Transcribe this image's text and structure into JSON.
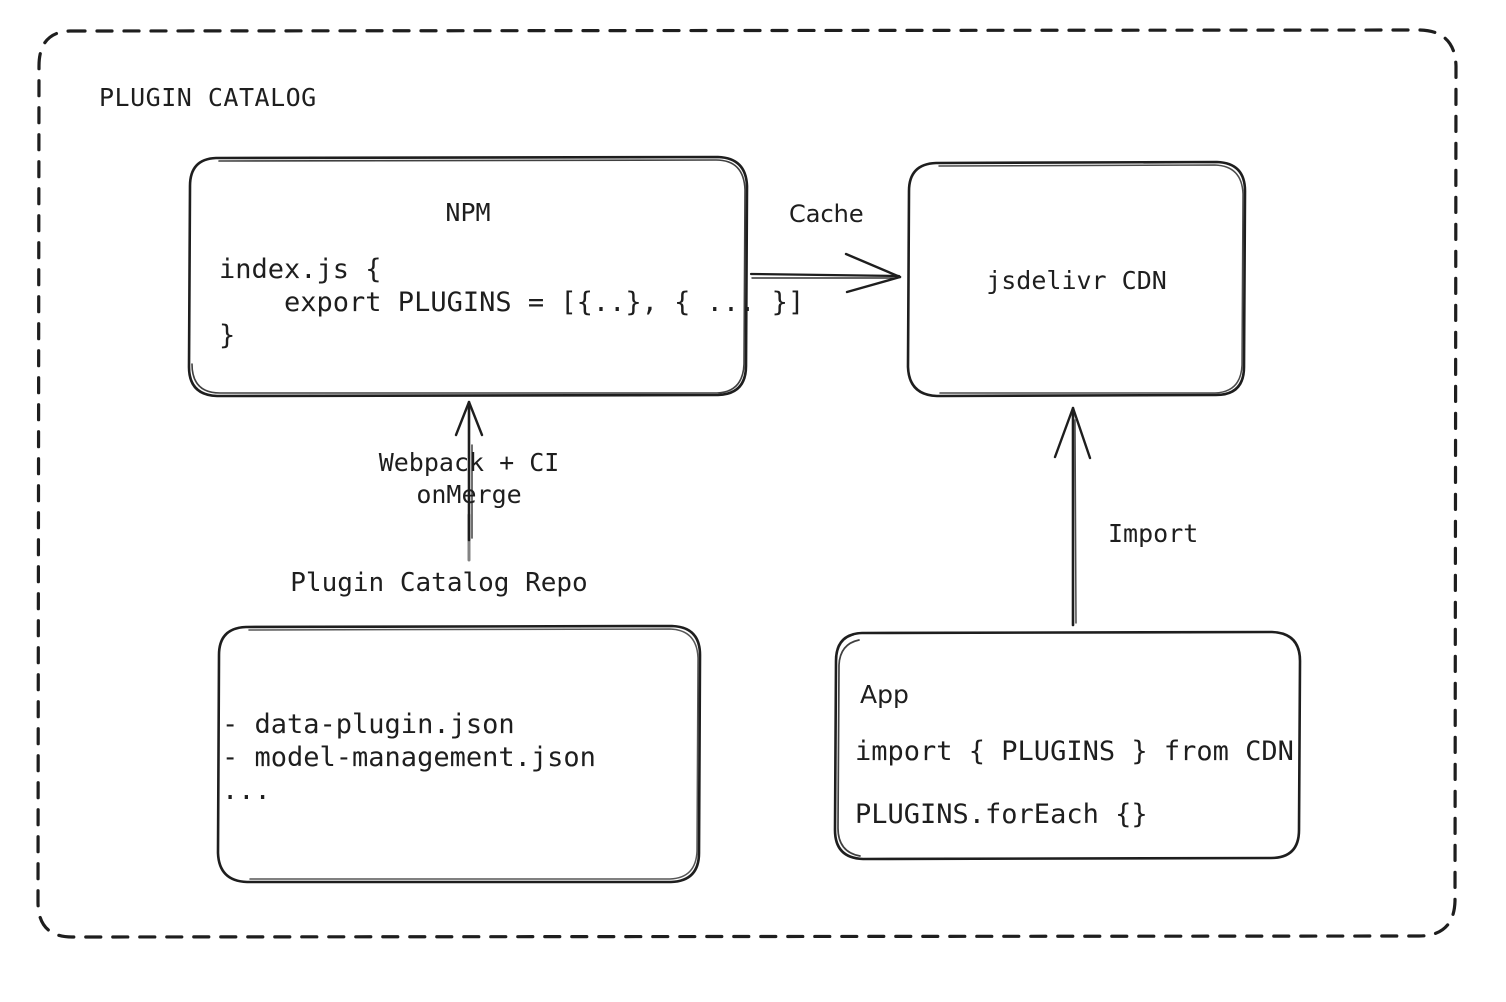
{
  "frame": {
    "title": "PLUGIN CATALOG",
    "border_style": "dashed",
    "stroke_color": "#1e1e1e",
    "background": "#ffffff"
  },
  "nodes": {
    "npm": {
      "title": "NPM",
      "code": [
        "index.js {",
        "    export PLUGINS = [{..}, { ... }]",
        "}"
      ]
    },
    "cdn": {
      "title": "jsdelivr CDN"
    },
    "repo": {
      "caption": "Plugin Catalog Repo",
      "files": [
        "- data-plugin.json",
        "- model-management.json",
        "..."
      ]
    },
    "app": {
      "title": "App",
      "code": [
        "import { PLUGINS } from CDN",
        "PLUGINS.forEach {}"
      ]
    }
  },
  "edges": {
    "cache": {
      "label": "Cache",
      "from": "npm",
      "to": "cdn"
    },
    "build": {
      "label_line1": "Webpack + CI",
      "label_line2": "onMerge",
      "from": "repo",
      "to": "npm"
    },
    "import": {
      "label": "Import",
      "from": "app",
      "to": "cdn"
    }
  }
}
